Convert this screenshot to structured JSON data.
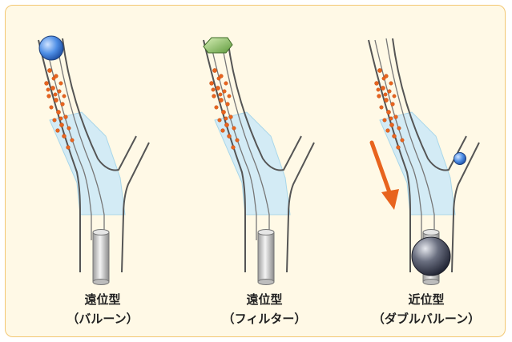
{
  "panels": [
    {
      "title": "遠位型",
      "subtitle": "（バルーン）",
      "device": "balloon-icon"
    },
    {
      "title": "遠位型",
      "subtitle": "（フィルター）",
      "device": "filter-icon"
    },
    {
      "title": "近位型",
      "subtitle": "（ダブルバルーン）",
      "device": "double-balloon-icon"
    }
  ],
  "colors": {
    "frame_bg": "#fff9e6",
    "frame_border": "#f3c873",
    "vessel_fill": "#cfeaf7",
    "particle": "#e8641e",
    "arrow": "#e8641e",
    "balloon": "#2e6fd1",
    "filter": "#7fb25a",
    "proximal_balloon": "#3b3e4a"
  }
}
